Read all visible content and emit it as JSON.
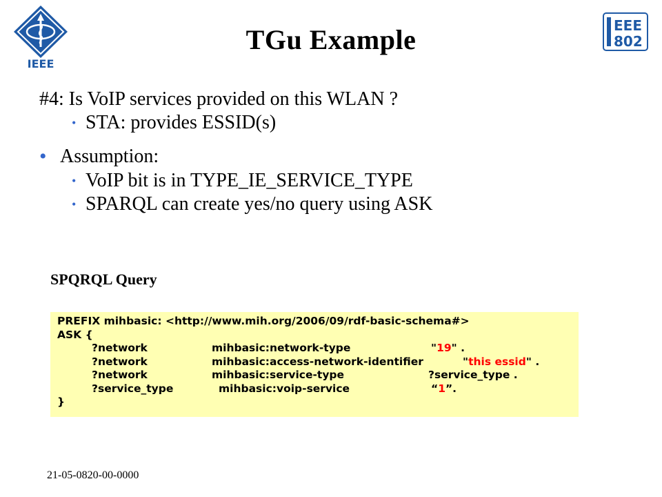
{
  "slide": {
    "title": "TGu Example",
    "question": "#4: Is VoIP services provided on this WLAN ?",
    "question_sub": "STA: provides ESSID(s)",
    "assumption_heading": "Assumption:",
    "assumption_items": [
      "VoIP bit is in TYPE_IE_SERVICE_TYPE",
      "SPARQL can create yes/no query using ASK"
    ],
    "query_caption": "SPQRQL Query",
    "query": {
      "prefix_line": "PREFIX mihbasic: <http://www.mih.org/2006/09/rdf-basic-schema#>",
      "ask_line": "ASK {",
      "l1_subject": "?network",
      "l1_predicate": "mihbasic:network-type",
      "l1_object": "19",
      "l2_subject": "?network",
      "l2_predicate": "mihbasic:access-network-identifier",
      "l2_object": "this essid",
      "l3_subject": "?network",
      "l3_predicate": "mihbasic:service-type",
      "l3_object": "?service_type .",
      "l4_subject": "?service_type",
      "l4_predicate": "mihbasic:voip-service",
      "l4_object": "1",
      "close_line": "}"
    },
    "footer": "21-05-0820-00-0000",
    "logo_left_text": "IEEE",
    "logo_right_text_top": "EEE",
    "logo_right_text_bottom": "802"
  },
  "colors": {
    "bullet": "#3366cc",
    "query_background": "#ffffb3",
    "highlight": "#ff0000",
    "logo_blue": "#1f5aa6"
  }
}
